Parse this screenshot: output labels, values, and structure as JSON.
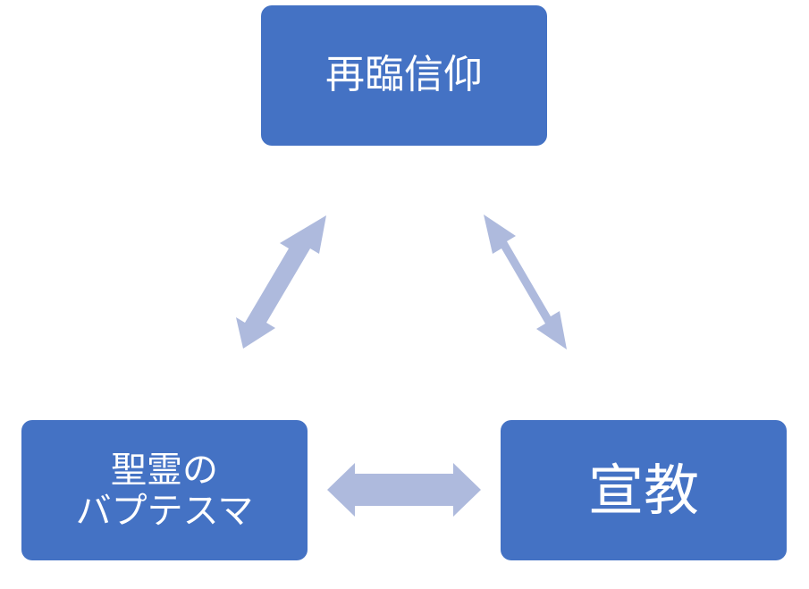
{
  "colors": {
    "node_fill": "#4472C4",
    "arrow_fill": "#AEBADD",
    "text": "#FFFFFF",
    "background": "#FFFFFF"
  },
  "nodes": {
    "top": {
      "label": "再臨信仰"
    },
    "left": {
      "line1": "聖霊の",
      "line2": "バプテスマ"
    },
    "right": {
      "label": "宣教"
    }
  }
}
